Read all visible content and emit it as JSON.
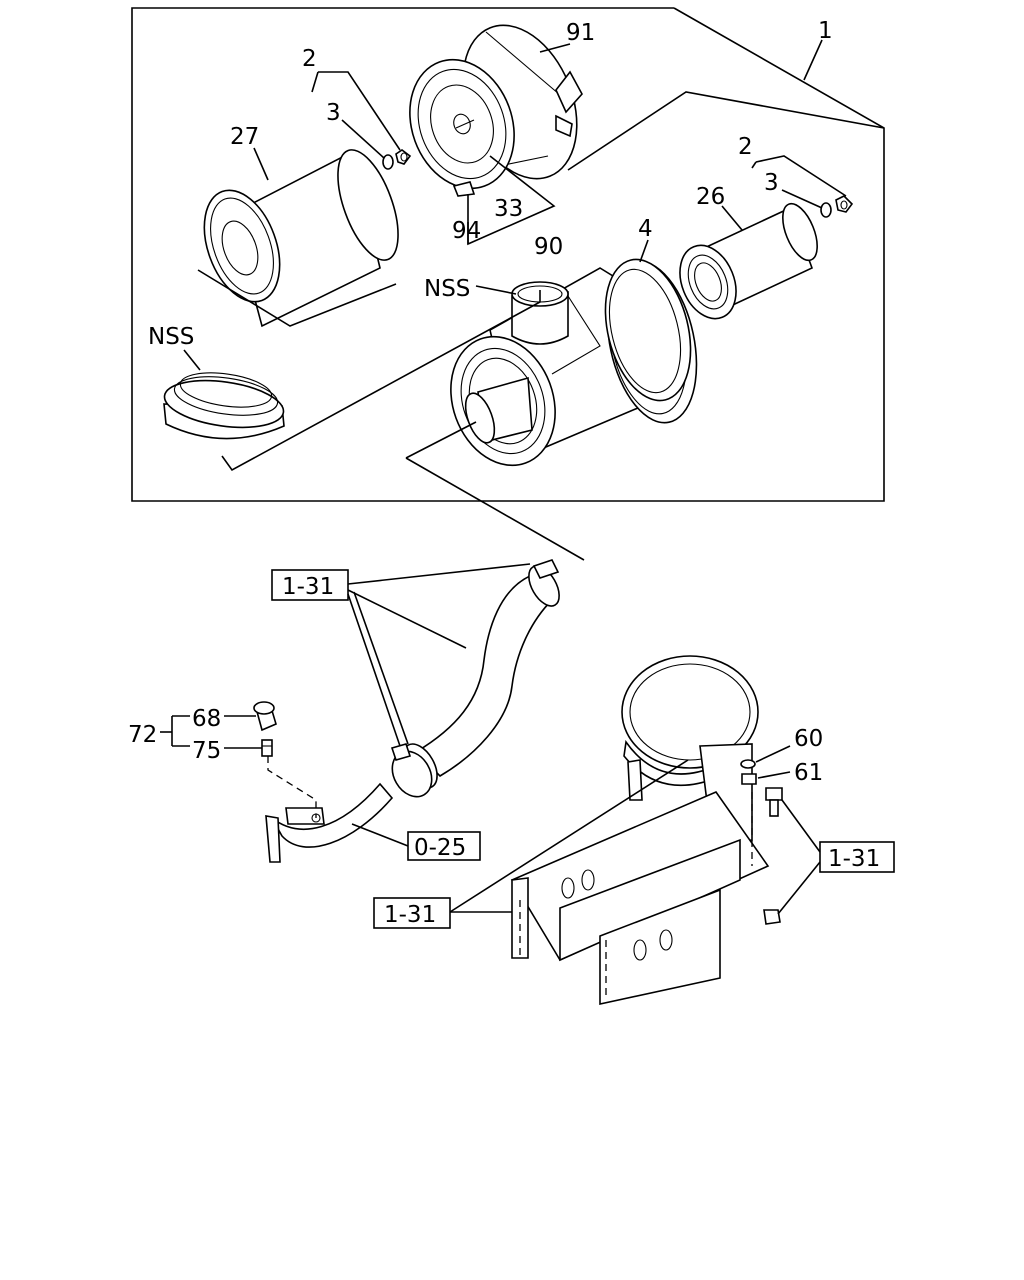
{
  "diagram": {
    "callouts": {
      "c1": "1",
      "c2a": "2",
      "c3a": "3",
      "c27": "27",
      "c91": "91",
      "c33": "33",
      "c94": "94",
      "c90": "90",
      "c2b": "2",
      "c3b": "3",
      "c26": "26",
      "c4": "4",
      "nss_top": "NSS",
      "nss_left": "NSS",
      "c68": "68",
      "c72": "72",
      "c75": "75",
      "c60": "60",
      "c61": "61"
    },
    "references": {
      "ref_hose": "1-31",
      "ref_pipe": "0-25",
      "ref_bracket": "1-31",
      "ref_bolt": "1-31"
    }
  }
}
